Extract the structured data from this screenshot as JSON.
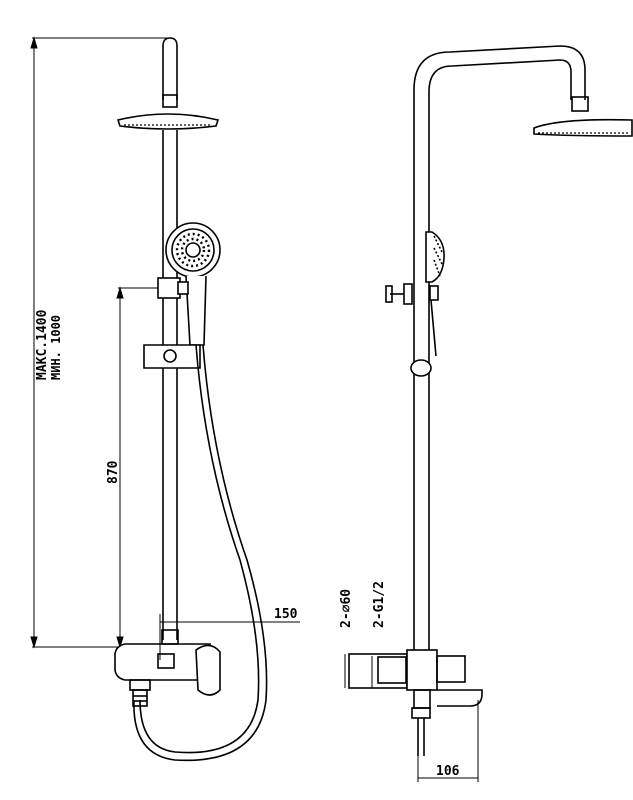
{
  "dimensions": {
    "max_height": "МАКС.1400",
    "min_height": "МИН. 1000",
    "slider_height": "870",
    "spout_reach": "150",
    "inlet_diameter": "2-⌀60",
    "inlet_thread": "2-G1/2",
    "wall_offset": "106"
  },
  "colors": {
    "line": "#000000",
    "background": "#ffffff"
  }
}
